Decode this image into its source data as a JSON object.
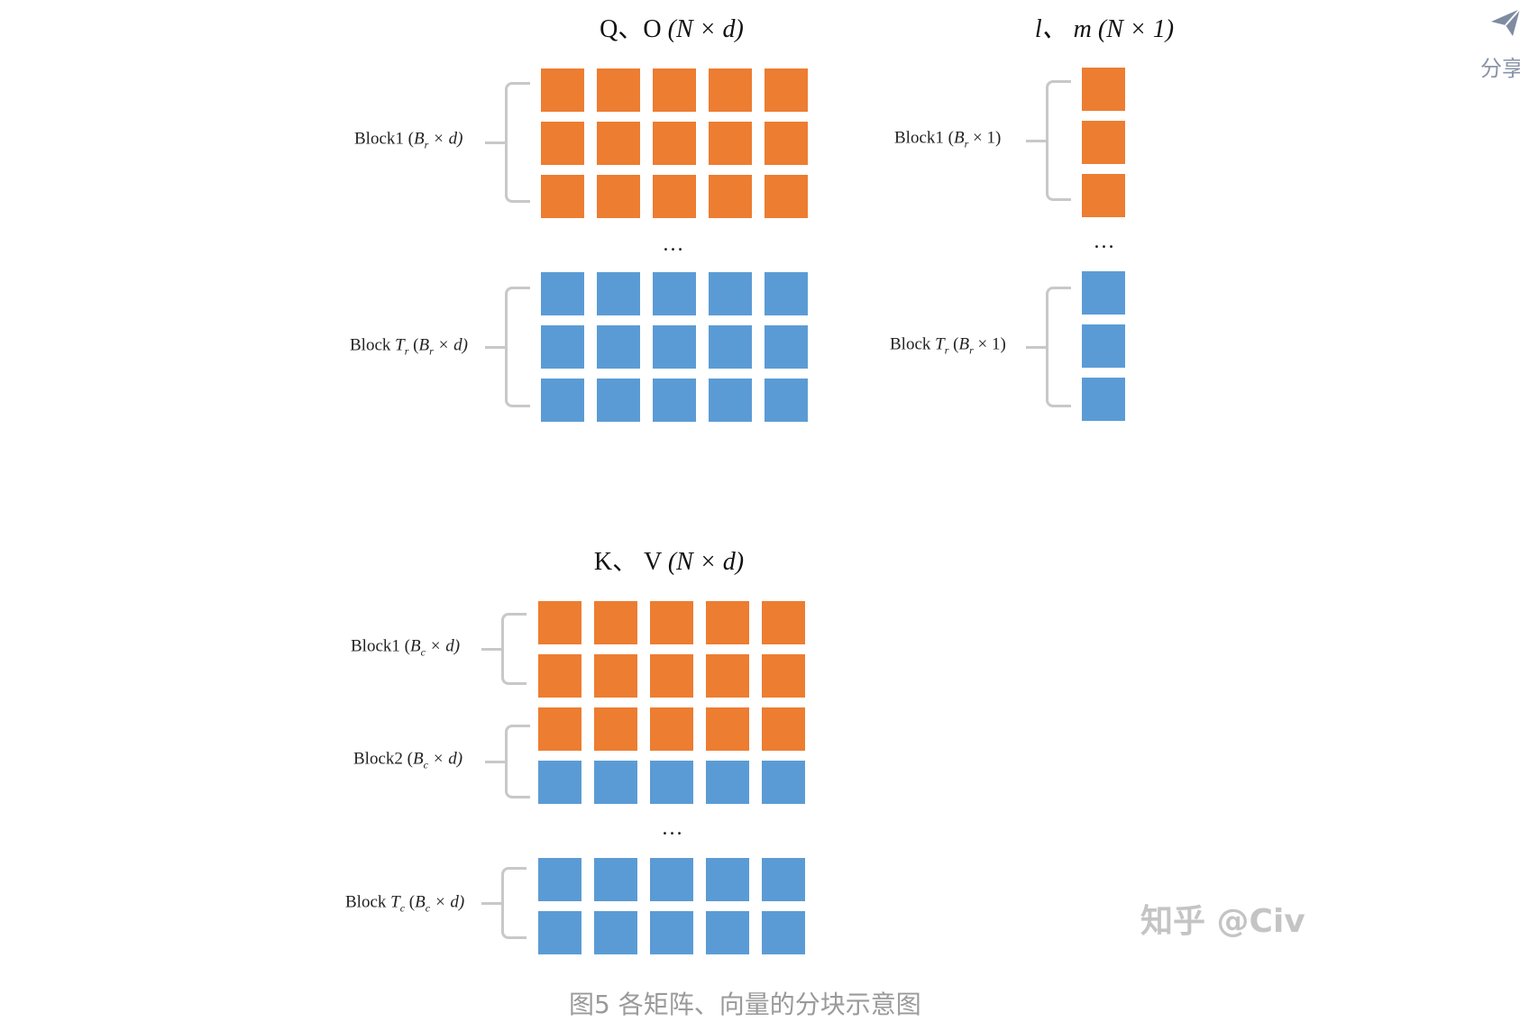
{
  "diagram": {
    "qo": {
      "title": {
        "name": "Q、O",
        "dims": "(N × d)"
      },
      "blocks": [
        {
          "label_pre": "Block1 (",
          "label_sub_var": "B",
          "label_sub": "r",
          "label_post": " × d)",
          "colors": [
            "orange",
            "orange",
            "orange"
          ]
        },
        {
          "label_pre": "Block ",
          "label_var": "T",
          "label_var_sub": "r",
          "label_mid": " (",
          "label_sub_var": "B",
          "label_sub": "r",
          "label_post": " × d)",
          "colors": [
            "blue",
            "blue",
            "blue"
          ]
        }
      ],
      "ellipsis": "…"
    },
    "lm": {
      "title": {
        "name": "l、 m",
        "dims": "(N × 1)"
      },
      "blocks": [
        {
          "label_pre": "Block1 (",
          "label_sub_var": "B",
          "label_sub": "r",
          "label_post": " × 1)"
        },
        {
          "label_pre": "Block ",
          "label_var": "T",
          "label_var_sub": "r",
          "label_mid": " (",
          "label_sub_var": "B",
          "label_sub": "r",
          "label_post": " × 1)"
        }
      ],
      "ellipsis": "…"
    },
    "kv": {
      "title": {
        "name": "K、 V",
        "dims": "(N × d)"
      },
      "blocks": [
        {
          "label_pre": "Block1 (",
          "label_sub_var": "B",
          "label_sub": "c",
          "label_post": " × d)"
        },
        {
          "label_pre": "Block2 (",
          "label_sub_var": "B",
          "label_sub": "c",
          "label_post": " × d)"
        },
        {
          "label_pre": "Block ",
          "label_var": "T",
          "label_var_sub": "c",
          "label_mid": " (",
          "label_sub_var": "B",
          "label_sub": "c",
          "label_post": " × d)"
        }
      ],
      "ellipsis": "…"
    },
    "caption": "图5 各矩阵、向量的分块示意图",
    "watermark": "知乎 @Civ",
    "share_label": "分享",
    "colors": {
      "orange": "#ed7d31",
      "blue": "#5b9bd5",
      "brace": "#c8c8c8"
    }
  }
}
